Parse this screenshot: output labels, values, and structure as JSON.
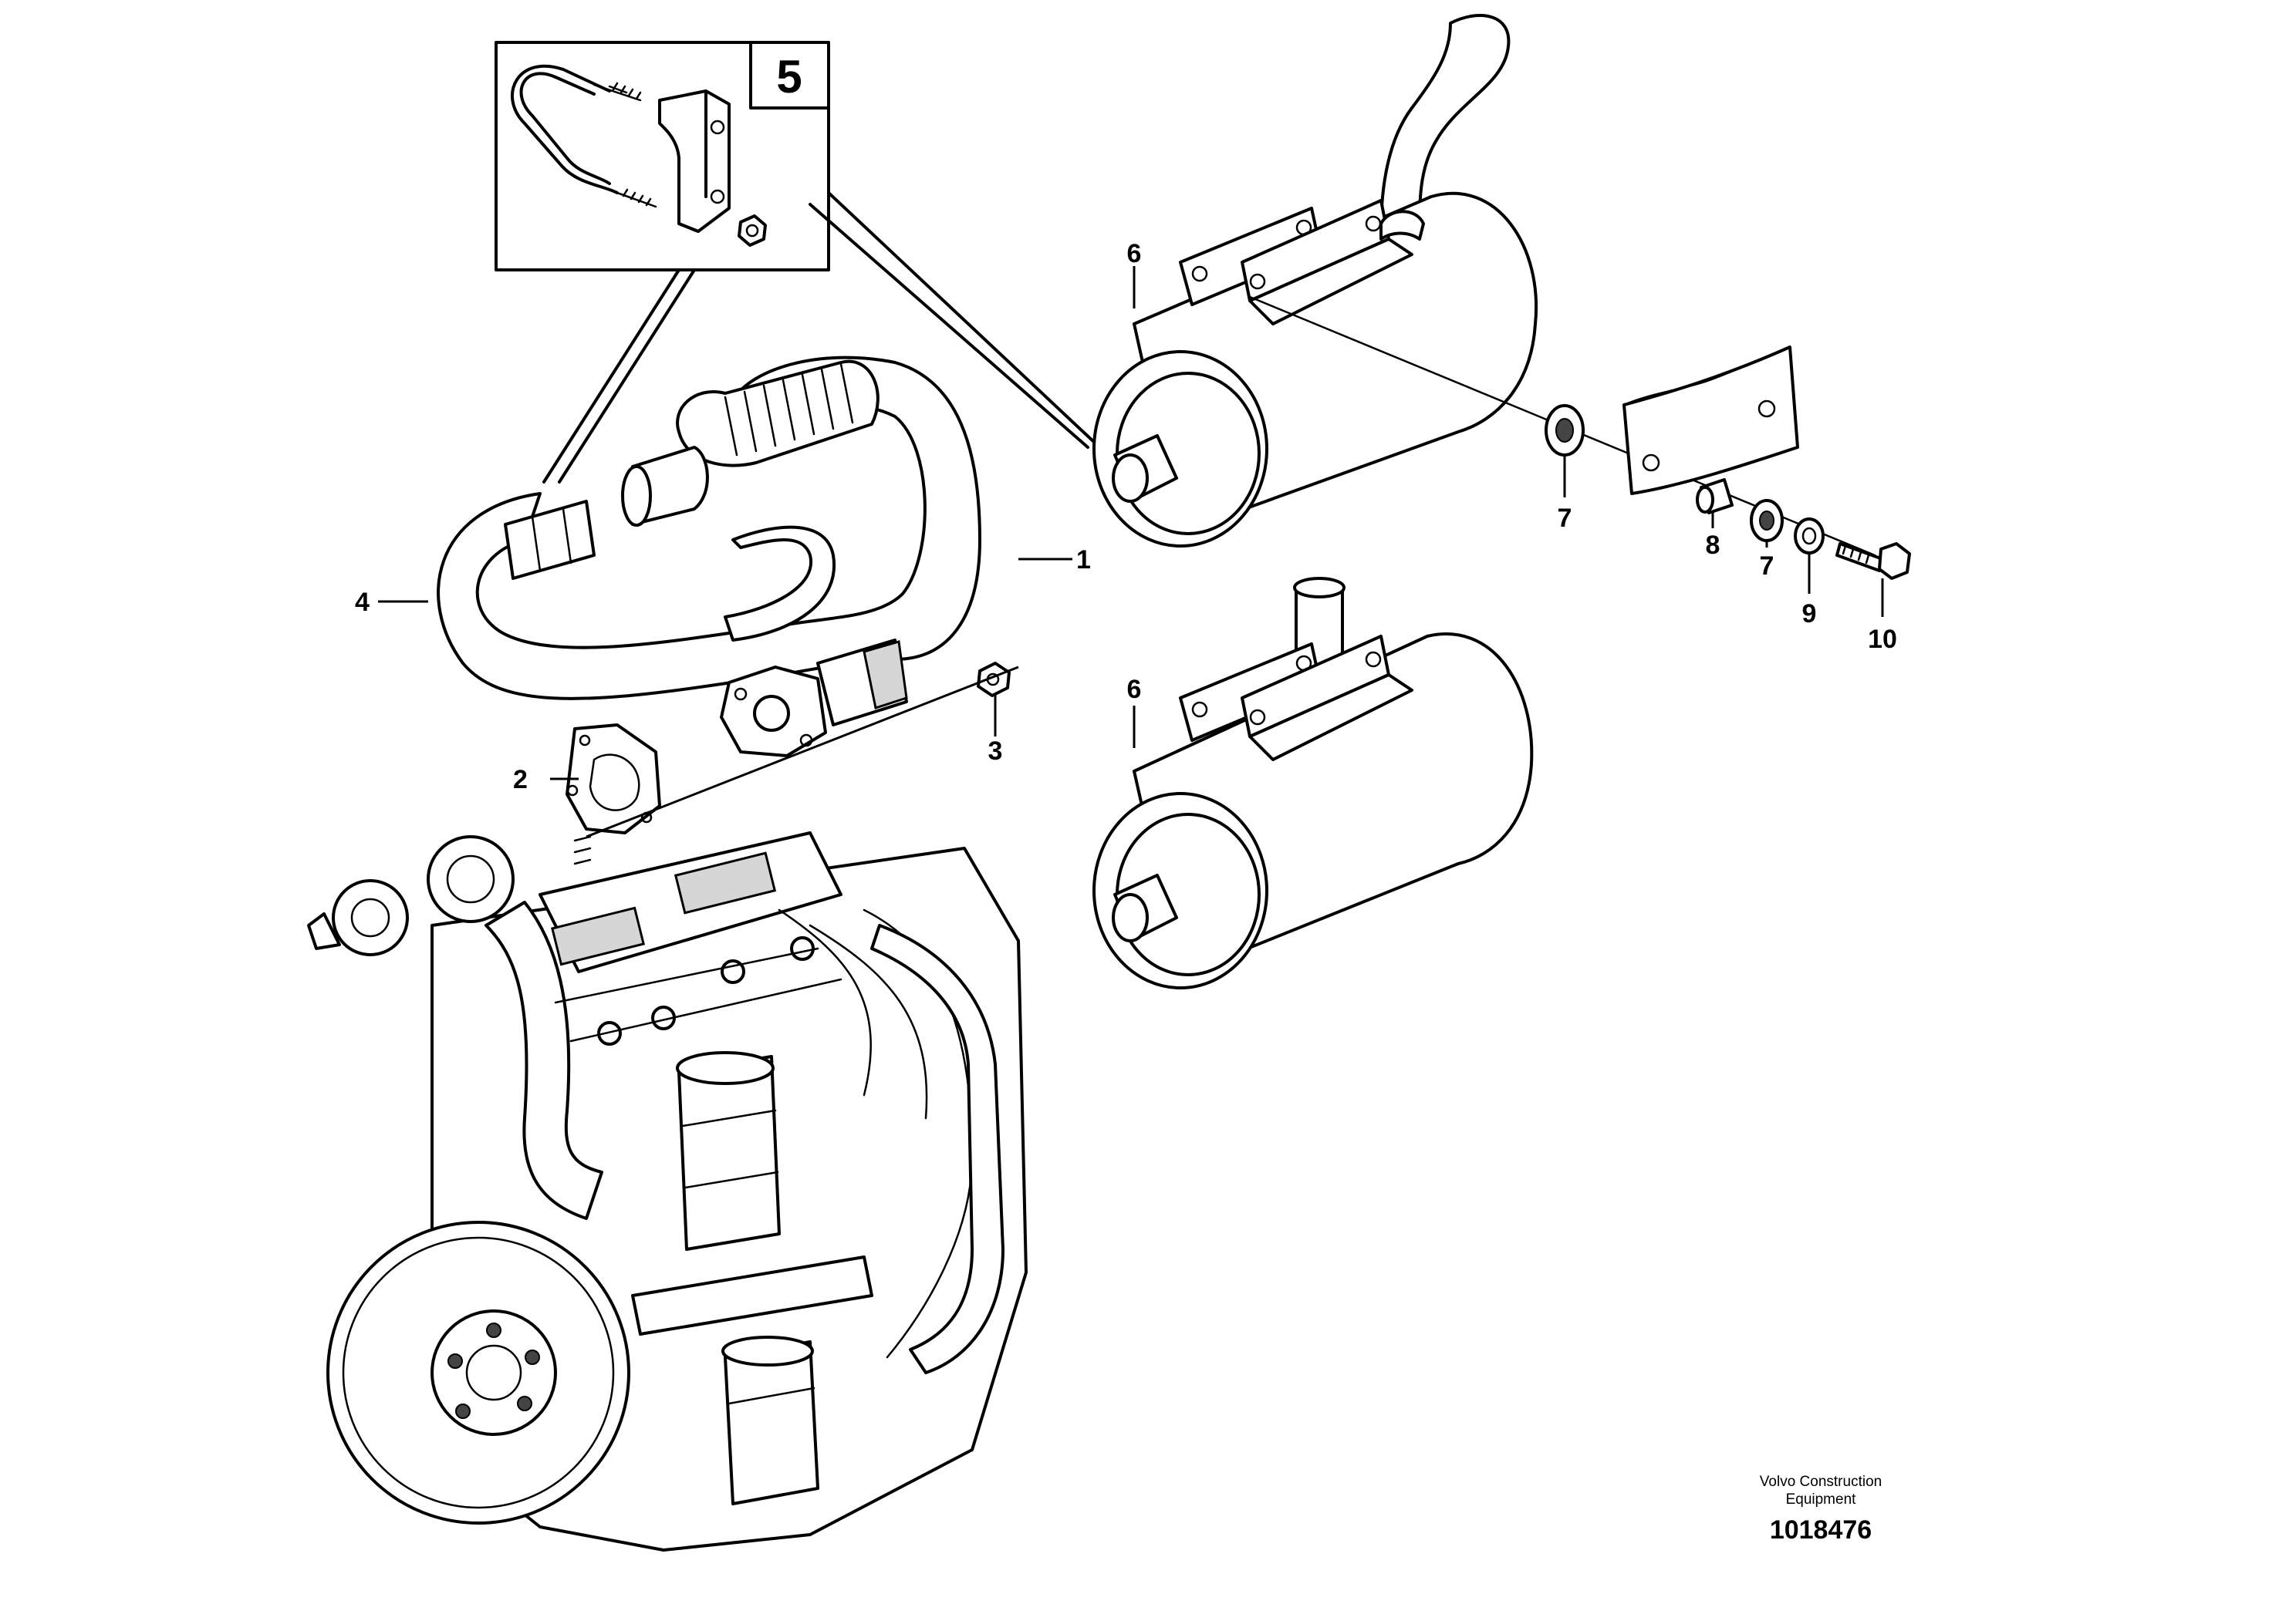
{
  "detail_box": {
    "number": "5"
  },
  "callouts": {
    "c1": "1",
    "c2": "2",
    "c3": "3",
    "c4": "4",
    "c6_upper": "6",
    "c6_lower": "6",
    "c7_left": "7",
    "c7_right": "7",
    "c8": "8",
    "c9": "9",
    "c10": "10"
  },
  "footer": {
    "company_line1": "Volvo Construction",
    "company_line2": "Equipment",
    "document_number": "1018476"
  }
}
